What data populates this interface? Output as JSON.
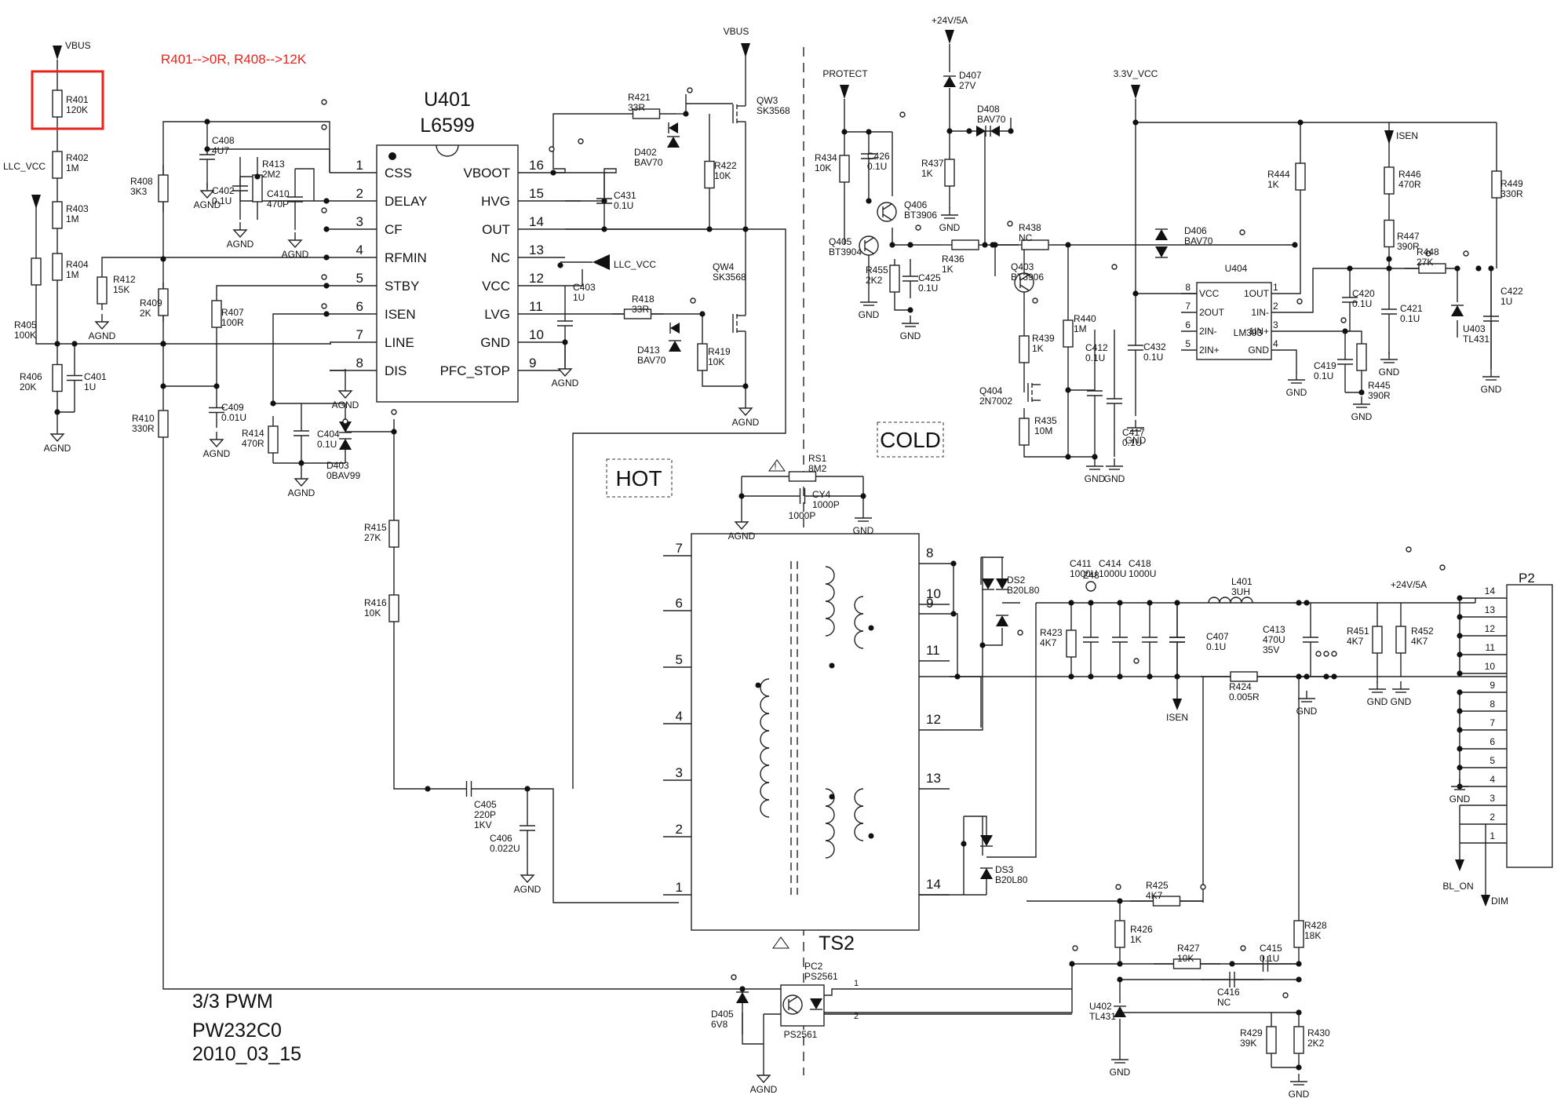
{
  "note": "R401-->0R, R408-->12K",
  "note_color": "#e8231e",
  "highlight_color": "#e8231e",
  "ic_u401": {
    "ref": "U401",
    "part": "L6599",
    "left_pins": [
      [
        "1",
        "CSS"
      ],
      [
        "2",
        "DELAY"
      ],
      [
        "3",
        "CF"
      ],
      [
        "4",
        "RFMIN"
      ],
      [
        "5",
        "STBY"
      ],
      [
        "6",
        "ISEN"
      ],
      [
        "7",
        "LINE"
      ],
      [
        "8",
        "DIS"
      ]
    ],
    "right_pins": [
      [
        "16",
        "VBOOT"
      ],
      [
        "15",
        "HVG"
      ],
      [
        "14",
        "OUT"
      ],
      [
        "13",
        "NC"
      ],
      [
        "12",
        "VCC"
      ],
      [
        "11",
        "LVG"
      ],
      [
        "10",
        "GND"
      ],
      [
        "9",
        "PFC_STOP"
      ]
    ]
  },
  "ic_u404": {
    "ref": "U404",
    "part": "LM393",
    "left_pins": [
      [
        "8",
        "VCC"
      ],
      [
        "7",
        "2OUT"
      ],
      [
        "6",
        "2IN-"
      ],
      [
        "5",
        "2IN+"
      ]
    ],
    "right_pins": [
      [
        "1",
        "1OUT"
      ],
      [
        "2",
        "1IN-"
      ],
      [
        "3",
        "1IN+"
      ],
      [
        "4",
        "GND"
      ]
    ]
  },
  "transformer": {
    "ref": "TS2",
    "left_pins": [
      "7",
      "6",
      "5",
      "4",
      "3",
      "2",
      "1"
    ],
    "right_pins": [
      "8",
      "10",
      "9",
      "11",
      "12",
      "13",
      "14"
    ]
  },
  "regions": {
    "hot": "HOT",
    "cold": "COLD"
  },
  "title_block": {
    "line1": "3/3 PWM",
    "line2": "PW232C0",
    "line3": "2010_03_15"
  },
  "nets": {
    "vbus": "VBUS",
    "llc_vcc": "LLC_VCC",
    "v24": "+24V/5A",
    "v33": "3.3V_VCC",
    "protect": "PROTECT",
    "isen": "ISEN",
    "bl_on": "BL_ON",
    "dim": "DIM",
    "agnd": "AGND",
    "gnd": "GND"
  },
  "connector": {
    "ref": "P2",
    "pins": [
      "14",
      "13",
      "12",
      "11",
      "10",
      "9",
      "8",
      "7",
      "6",
      "5",
      "4",
      "3",
      "2",
      "1"
    ]
  },
  "components": [
    {
      "ref": "R401",
      "value": "120K"
    },
    {
      "ref": "R402",
      "value": "1M"
    },
    {
      "ref": "R403",
      "value": "1M"
    },
    {
      "ref": "R404",
      "value": "1M"
    },
    {
      "ref": "R405",
      "value": "100K"
    },
    {
      "ref": "R406",
      "value": "20K"
    },
    {
      "ref": "C401",
      "value": "1U"
    },
    {
      "ref": "R408",
      "value": "3K3"
    },
    {
      "ref": "C408",
      "value": "4U7"
    },
    {
      "ref": "C402",
      "value": "0.1U"
    },
    {
      "ref": "R413",
      "value": "2M2"
    },
    {
      "ref": "C410",
      "value": "470P"
    },
    {
      "ref": "R412",
      "value": "15K"
    },
    {
      "ref": "R409",
      "value": "2K"
    },
    {
      "ref": "R407",
      "value": "100R"
    },
    {
      "ref": "R410",
      "value": "330R"
    },
    {
      "ref": "C409",
      "value": "0.01U"
    },
    {
      "ref": "R414",
      "value": "470R"
    },
    {
      "ref": "C404",
      "value": "0.1U"
    },
    {
      "ref": "D403",
      "value": "0BAV99"
    },
    {
      "ref": "R415",
      "value": "27K"
    },
    {
      "ref": "R416",
      "value": "10K"
    },
    {
      "ref": "C405",
      "value": "220P\n1KV"
    },
    {
      "ref": "C406",
      "value": "0.022U"
    },
    {
      "ref": "R421",
      "value": "33R"
    },
    {
      "ref": "D402",
      "value": "BAV70"
    },
    {
      "ref": "QW3",
      "value": "SK3568"
    },
    {
      "ref": "R422",
      "value": "10K"
    },
    {
      "ref": "C431",
      "value": "0.1U"
    },
    {
      "ref": "C403",
      "value": "1U"
    },
    {
      "ref": "R418",
      "value": "33R"
    },
    {
      "ref": "D413",
      "value": "BAV70"
    },
    {
      "ref": "QW4",
      "value": "SK3568"
    },
    {
      "ref": "R419",
      "value": "10K"
    },
    {
      "ref": "RS1",
      "value": "8M2"
    },
    {
      "ref": "CY4",
      "value": "1000P"
    },
    {
      "ref": "R434",
      "value": "10K"
    },
    {
      "ref": "C426",
      "value": "0.1U"
    },
    {
      "ref": "Q406",
      "value": "BT3906"
    },
    {
      "ref": "Q405",
      "value": "BT3904"
    },
    {
      "ref": "R455",
      "value": "2K2"
    },
    {
      "ref": "C425",
      "value": "0.1U"
    },
    {
      "ref": "R436",
      "value": "1K"
    },
    {
      "ref": "D407",
      "value": "27V"
    },
    {
      "ref": "D408",
      "value": "BAV70"
    },
    {
      "ref": "R437",
      "value": "1K"
    },
    {
      "ref": "R438",
      "value": "NC"
    },
    {
      "ref": "Q403",
      "value": "BT3906"
    },
    {
      "ref": "R439",
      "value": "1K"
    },
    {
      "ref": "Q404",
      "value": "2N7002"
    },
    {
      "ref": "R435",
      "value": "10M"
    },
    {
      "ref": "R440",
      "value": "1M"
    },
    {
      "ref": "C412",
      "value": "0.1U"
    },
    {
      "ref": "C417",
      "value": "0.1U"
    },
    {
      "ref": "C432",
      "value": "0.1U"
    },
    {
      "ref": "D406",
      "value": "BAV70"
    },
    {
      "ref": "R444",
      "value": "1K"
    },
    {
      "ref": "R446",
      "value": "470R"
    },
    {
      "ref": "R447",
      "value": "390R"
    },
    {
      "ref": "R448",
      "value": "27K"
    },
    {
      "ref": "R449",
      "value": "330R"
    },
    {
      "ref": "C420",
      "value": "0.1U"
    },
    {
      "ref": "C421",
      "value": "0.1U"
    },
    {
      "ref": "C422",
      "value": "1U"
    },
    {
      "ref": "U403",
      "value": "TL431"
    },
    {
      "ref": "C419",
      "value": "0.1U"
    },
    {
      "ref": "R445",
      "value": "390R"
    },
    {
      "ref": "DS2",
      "value": "B20L80"
    },
    {
      "ref": "DS3",
      "value": "B20L80"
    },
    {
      "ref": "C411",
      "value": "1000U"
    },
    {
      "ref": "C414",
      "value": "1000U"
    },
    {
      "ref": "C418",
      "value": "1000U"
    },
    {
      "ref": "Z48",
      "value": ""
    },
    {
      "ref": "R423",
      "value": "4K7"
    },
    {
      "ref": "C407",
      "value": "0.1U"
    },
    {
      "ref": "L401",
      "value": "3UH"
    },
    {
      "ref": "R424",
      "value": "0.005R"
    },
    {
      "ref": "C413",
      "value": "470U\n35V"
    },
    {
      "ref": "R451",
      "value": "4K7"
    },
    {
      "ref": "R452",
      "value": "4K7"
    },
    {
      "ref": "R425",
      "value": "4K7"
    },
    {
      "ref": "R426",
      "value": "1K"
    },
    {
      "ref": "R427",
      "value": "10K"
    },
    {
      "ref": "C415",
      "value": "0.1U"
    },
    {
      "ref": "C416",
      "value": "NC"
    },
    {
      "ref": "R428",
      "value": "18K"
    },
    {
      "ref": "U402",
      "value": "TL431"
    },
    {
      "ref": "R429",
      "value": "39K"
    },
    {
      "ref": "R430",
      "value": "2K2"
    },
    {
      "ref": "PC2",
      "value": "PS2561"
    },
    {
      "ref": "D405",
      "value": "6V8"
    }
  ]
}
